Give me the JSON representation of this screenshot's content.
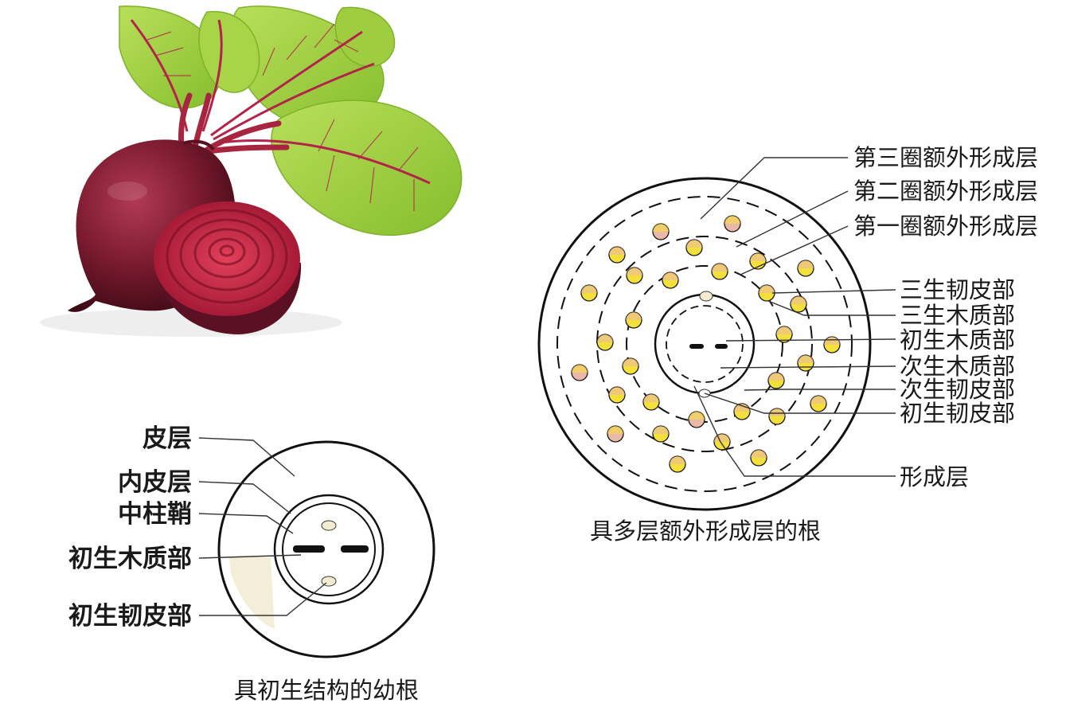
{
  "photo": {
    "subject": "beetroot-with-leaves-and-halved-root",
    "colors": {
      "root": "#7a1a2e",
      "root_cut": "#c0213f",
      "leaf": "#9ccc3c",
      "vein": "#b2244a"
    }
  },
  "diagram_left": {
    "labels": {
      "cortex": "皮层",
      "endodermis": "内皮层",
      "pericycle": "中柱鞘",
      "primary_xylem": "初生木质部",
      "primary_phloem": "初生韧皮部"
    },
    "caption": "具初生结构的幼根"
  },
  "diagram_right": {
    "labels": {
      "ring3": "第三圈额外形成层",
      "ring2": "第二圈额外形成层",
      "ring1": "第一圈额外形成层",
      "tertiary_phloem": "三生韧皮部",
      "tertiary_xylem": "三生木质部",
      "primary_xylem": "初生木质部",
      "secondary_xylem": "次生木质部",
      "secondary_phloem": "次生韧皮部",
      "primary_phloem": "初生韧皮部",
      "cambium": "形成层"
    },
    "caption": "具多层额外形成层的根",
    "colors": {
      "xylem_dot": "#f4e03a",
      "phloem_dot": "#eab8a8",
      "outline": "#111111"
    }
  }
}
